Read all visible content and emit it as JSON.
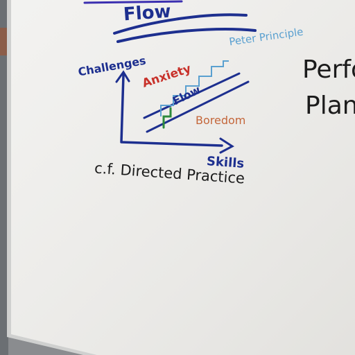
{
  "board": {
    "title": "Flow",
    "chart": {
      "y_axis_label": "Challenges",
      "x_axis_label": "Skills",
      "region_anxiety": "Anxiety",
      "region_flow": "Flow",
      "region_boredom": "Boredom",
      "annotation": "Peter Principle"
    },
    "footnote": "c.f. Directed Practice",
    "right_text": {
      "line1": "Perfo",
      "line2": "Plan"
    }
  },
  "colors": {
    "whiteboard": "#ecebe8",
    "wall": "#8a8c8f",
    "blue_marker": "#1d2f8f",
    "light_blue_marker": "#5aa0d0",
    "red_marker": "#c8312a",
    "orange_marker": "#c4663a",
    "green_marker": "#2d8a3c",
    "black_marker": "#1b1b1b"
  }
}
